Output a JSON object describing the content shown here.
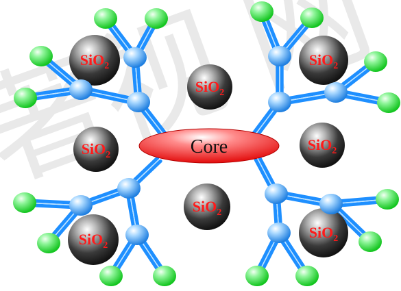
{
  "core": {
    "label": "Core"
  },
  "sio2": {
    "base": "SiO",
    "subscript": "2"
  },
  "watermark": {
    "text": "著视 网",
    "color": "#e6e6e6"
  },
  "colors": {
    "core_fill": "#ff2a2a",
    "bond": "#1e8fff",
    "bond_light": "#bfe4ff",
    "node_blue": "#3aa0ff",
    "node_green": "#22e82e",
    "sphere_dark": "#202020",
    "sio2_text": "#ff1a1a"
  }
}
